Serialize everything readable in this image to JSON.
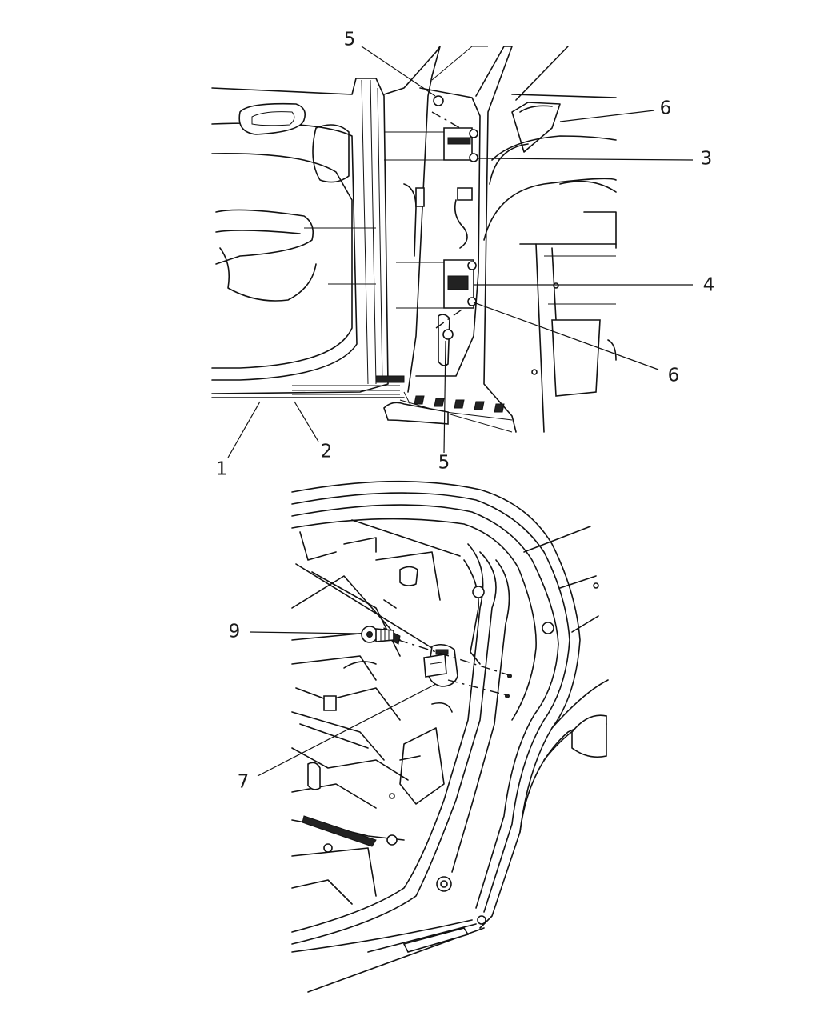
{
  "callouts": [
    {
      "id": "c1",
      "text": "5"
    },
    {
      "id": "c2",
      "text": "6"
    },
    {
      "id": "c3",
      "text": "3"
    },
    {
      "id": "c4",
      "text": "4"
    },
    {
      "id": "c5",
      "text": "6"
    },
    {
      "id": "c6",
      "text": "1"
    },
    {
      "id": "c7",
      "text": "2"
    },
    {
      "id": "c8",
      "text": "5"
    },
    {
      "id": "c9",
      "text": "9"
    },
    {
      "id": "c10",
      "text": "7"
    }
  ]
}
